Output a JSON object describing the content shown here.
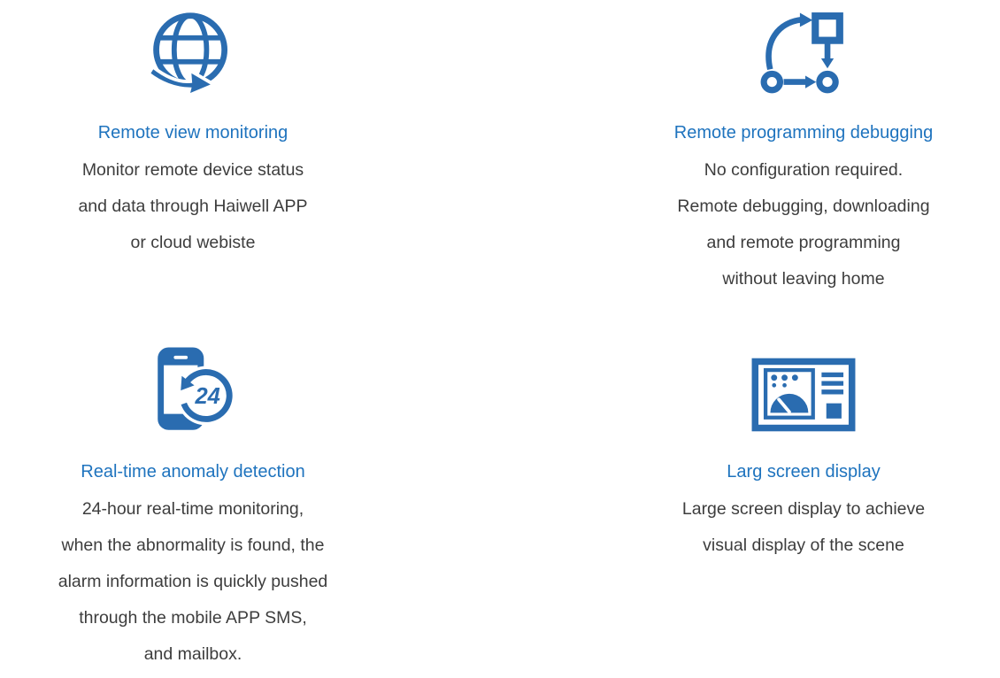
{
  "colors": {
    "icon-color": "#2a6cb0",
    "title-color": "#1e73be",
    "text-color": "#3d3d3d",
    "bg-color": "#ffffff"
  },
  "features": [
    {
      "icon": "globe-arrow-icon",
      "title": "Remote view monitoring",
      "lines": [
        "Monitor remote device status",
        "and data through Haiwell APP",
        "or cloud webiste"
      ]
    },
    {
      "icon": "program-debug-flow-icon",
      "title": "Remote programming debugging",
      "lines": [
        "No configuration required.",
        "Remote debugging, downloading",
        "and remote programming",
        "without leaving home"
      ]
    },
    {
      "icon": "phone-24h-icon",
      "icon_label": "24",
      "title": "Real-time anomaly detection",
      "lines": [
        "24-hour real-time monitoring,",
        "when the abnormality is found, the",
        "alarm information is quickly pushed",
        "through the mobile APP SMS,",
        "and mailbox."
      ]
    },
    {
      "icon": "dashboard-screen-icon",
      "title": "Larg screen display",
      "lines": [
        "Large screen display to achieve",
        "visual display of the scene"
      ]
    }
  ]
}
